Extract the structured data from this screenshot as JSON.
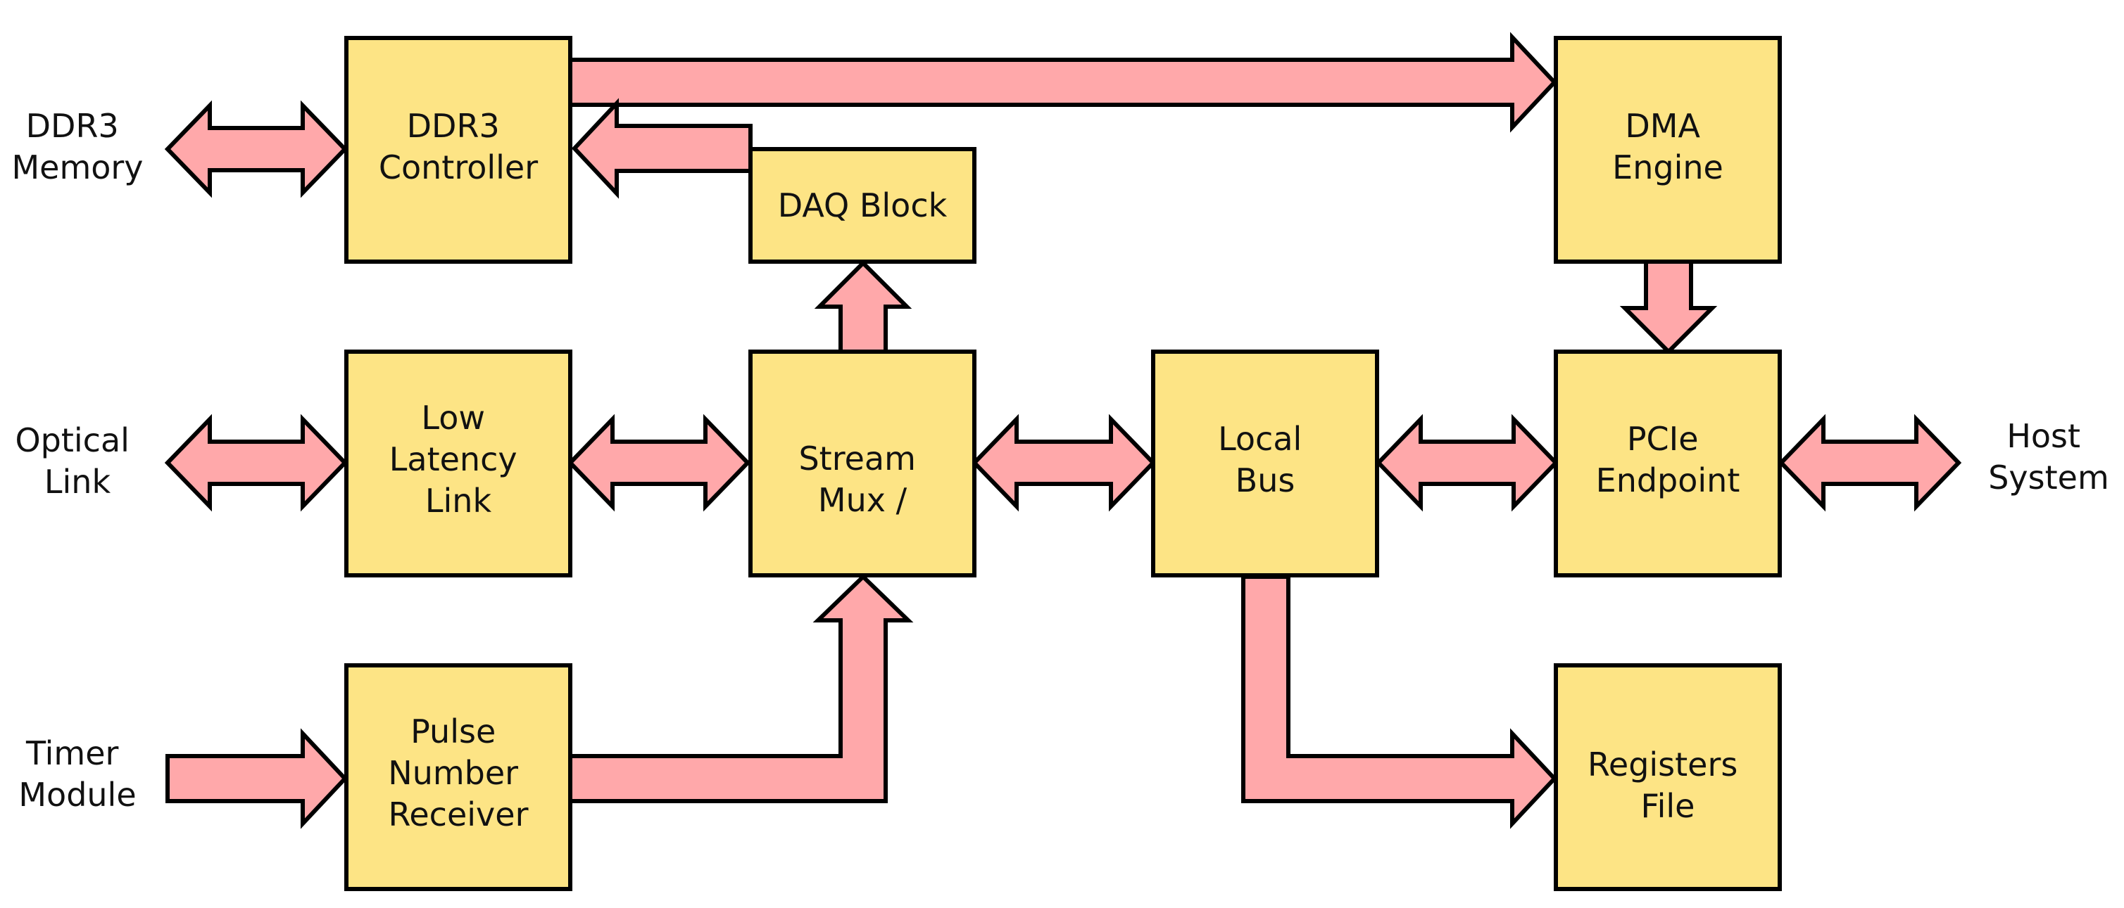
{
  "colors": {
    "block_fill": "#fde485",
    "arrow_fill": "#ffa8aa",
    "stroke": "#000000",
    "text": "#111111"
  },
  "blocks": {
    "ddr3_controller": [
      "DDR3",
      "Controller"
    ],
    "daq_block": [
      "DAQ Block"
    ],
    "dma_engine": [
      "DMA",
      "Engine"
    ],
    "low_latency_link": [
      "Low",
      "Latency",
      "Link"
    ],
    "stream_mux": [
      "Stream",
      "Mux /"
    ],
    "local_bus": [
      "Local",
      "Bus"
    ],
    "pcie_endpoint": [
      "PCIe",
      "Endpoint"
    ],
    "pulse_number_receiver": [
      "Pulse",
      "Number",
      "Receiver"
    ],
    "registers_file": [
      "Registers",
      "File"
    ]
  },
  "external": {
    "ddr3_memory": [
      "DDR3",
      "Memory"
    ],
    "optical_link": [
      "Optical",
      "Link"
    ],
    "timer_module": [
      "Timer",
      "Module"
    ],
    "host_system": [
      "Host",
      "System"
    ]
  }
}
